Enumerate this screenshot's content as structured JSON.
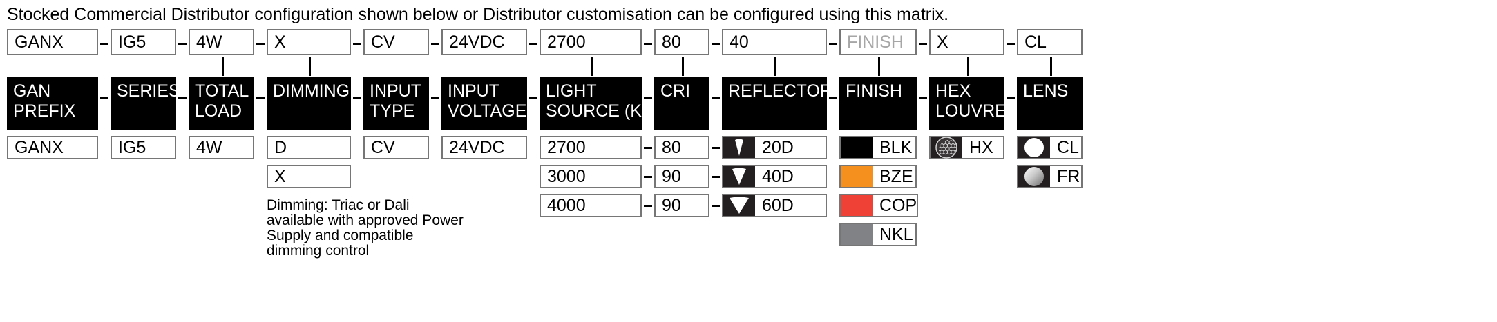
{
  "intro_text": "Stocked Commercial Distributor configuration shown below or Distributor customisation can be configured using this matrix.",
  "separator": "–",
  "colors": {
    "swatch_black": "#000000",
    "swatch_bronze": "#F5901F",
    "swatch_copper": "#EF4136",
    "swatch_nickel": "#808285",
    "header_bg": "#000000",
    "box_border": "#767676",
    "placeholder_text": "#A6A6A6"
  },
  "columns": [
    {
      "id": "gan-prefix",
      "config_value": "GANX",
      "config_is_placeholder": false,
      "header_lines": [
        "GAN",
        "PREFIX"
      ],
      "has_connector": false,
      "options": [
        {
          "label": "GANX",
          "type": "text"
        }
      ]
    },
    {
      "id": "series",
      "config_value": "IG5",
      "config_is_placeholder": false,
      "header_lines": [
        "SERIES"
      ],
      "has_connector": false,
      "options": [
        {
          "label": "IG5",
          "type": "text"
        }
      ]
    },
    {
      "id": "total-load",
      "config_value": "4W",
      "config_is_placeholder": false,
      "header_lines": [
        "TOTAL",
        "LOAD"
      ],
      "has_connector": true,
      "options": [
        {
          "label": "4W",
          "type": "text"
        }
      ]
    },
    {
      "id": "dimming",
      "config_value": "X",
      "config_is_placeholder": false,
      "header_lines": [
        "DIMMING"
      ],
      "has_connector": true,
      "options": [
        {
          "label": "D",
          "type": "text"
        },
        {
          "label": "X",
          "type": "text"
        }
      ],
      "note": "Dimming: Triac or Dali available with approved Power Supply and compatible dimming control"
    },
    {
      "id": "input-type",
      "config_value": "CV",
      "config_is_placeholder": false,
      "header_lines": [
        "INPUT",
        "TYPE"
      ],
      "has_connector": false,
      "options": [
        {
          "label": "CV",
          "type": "text"
        }
      ]
    },
    {
      "id": "input-voltage",
      "config_value": "24VDC",
      "config_is_placeholder": false,
      "header_lines": [
        "INPUT",
        "VOLTAGE"
      ],
      "has_connector": false,
      "options": [
        {
          "label": "24VDC",
          "type": "text"
        }
      ]
    },
    {
      "id": "light-source",
      "config_value": "2700",
      "config_is_placeholder": false,
      "header_lines": [
        "LIGHT",
        "SOURCE (K)"
      ],
      "has_connector": true,
      "options": [
        {
          "label": "2700",
          "type": "text"
        },
        {
          "label": "3000",
          "type": "text"
        },
        {
          "label": "4000",
          "type": "text"
        }
      ]
    },
    {
      "id": "cri",
      "config_value": "80",
      "config_is_placeholder": false,
      "header_lines": [
        "CRI"
      ],
      "has_connector": true,
      "options": [
        {
          "label": "80",
          "type": "text"
        },
        {
          "label": "90",
          "type": "text"
        },
        {
          "label": "90",
          "type": "text"
        }
      ]
    },
    {
      "id": "reflector",
      "config_value": "40",
      "config_is_placeholder": false,
      "header_lines": [
        "REFLECTOR"
      ],
      "has_connector": true,
      "options": [
        {
          "label": "20D",
          "type": "beam",
          "icon": "beam-narrow-icon"
        },
        {
          "label": "40D",
          "type": "beam",
          "icon": "beam-medium-icon"
        },
        {
          "label": "60D",
          "type": "beam",
          "icon": "beam-wide-icon"
        }
      ]
    },
    {
      "id": "finish",
      "config_value": "FINISH",
      "config_is_placeholder": true,
      "header_lines": [
        "FINISH"
      ],
      "has_connector": true,
      "options": [
        {
          "label": "BLK",
          "type": "swatch",
          "color": "#000000"
        },
        {
          "label": "BZE",
          "type": "swatch",
          "color": "#F5901F"
        },
        {
          "label": "COP",
          "type": "swatch",
          "color": "#EF4136"
        },
        {
          "label": "NKL",
          "type": "swatch",
          "color": "#808285"
        }
      ]
    },
    {
      "id": "hex-louvre",
      "config_value": "X",
      "config_is_placeholder": false,
      "header_lines": [
        "HEX",
        "LOUVRE"
      ],
      "has_connector": true,
      "options": [
        {
          "label": "HX",
          "type": "icon",
          "icon": "honeycomb-icon"
        }
      ]
    },
    {
      "id": "lens",
      "config_value": "CL",
      "config_is_placeholder": false,
      "header_lines": [
        "LENS"
      ],
      "has_connector": true,
      "options": [
        {
          "label": "CL",
          "type": "icon",
          "icon": "clear-lens-icon"
        },
        {
          "label": "FR",
          "type": "icon",
          "icon": "frosted-lens-icon"
        }
      ]
    }
  ]
}
